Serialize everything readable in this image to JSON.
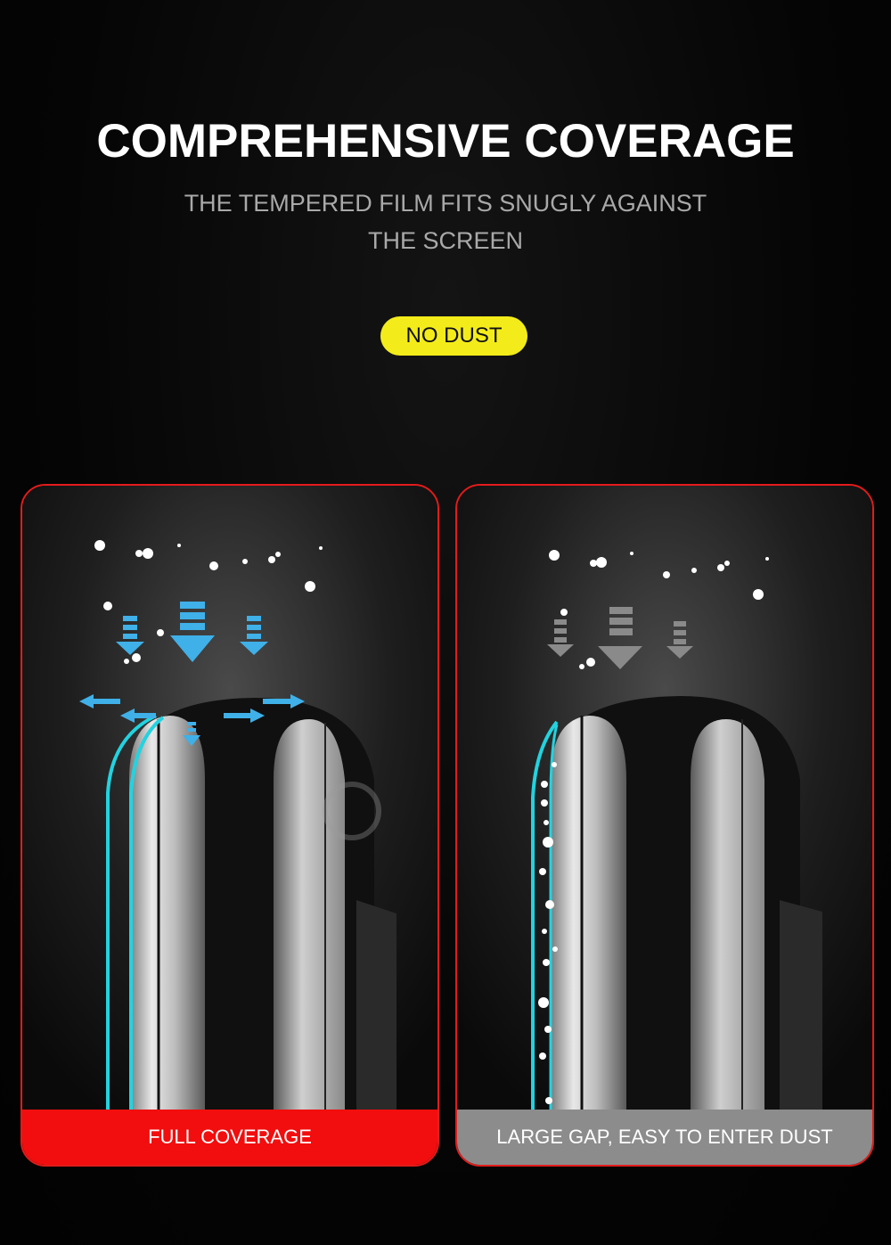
{
  "header": {
    "title": "COMPREHENSIVE COVERAGE",
    "subtitle_line1": "THE TEMPERED FILM FITS SNUGLY AGAINST",
    "subtitle_line2": "THE SCREEN"
  },
  "badge": {
    "label": "NO DUST",
    "color": "#f3ec1a"
  },
  "panels": [
    {
      "id": "full-coverage",
      "caption": "FULL COVERAGE",
      "caption_color": "#f20e0e",
      "border_color": "#e31b1b",
      "arrow_color": "#3fb0e8",
      "film_color": "#22d3e0"
    },
    {
      "id": "large-gap",
      "caption": "LARGE GAP, EASY TO ENTER DUST",
      "caption_color": "#8c8c8c",
      "border_color": "#e31b1b",
      "arrow_color": "#8a8a8a"
    }
  ],
  "icons": [
    "down-arrow-icon",
    "side-arrow-icon",
    "dust-particle-icon"
  ]
}
